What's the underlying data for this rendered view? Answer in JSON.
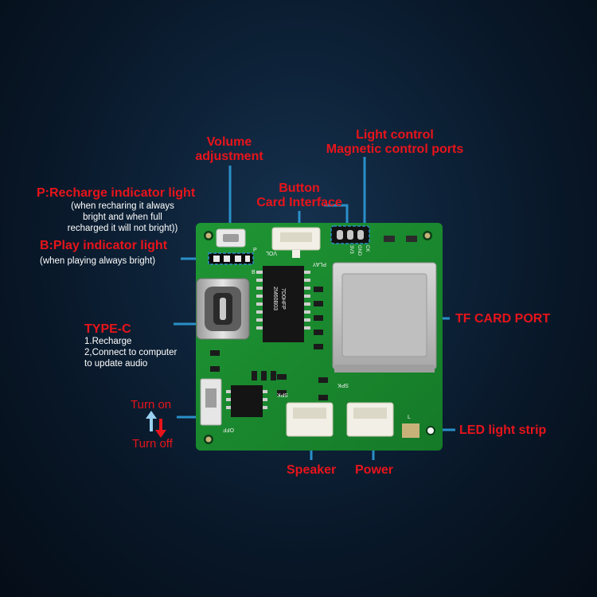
{
  "labels": {
    "volume": [
      "Volume",
      "adjustment"
    ],
    "light_control": [
      "Light control",
      "Magnetic control ports"
    ],
    "button": [
      "Button",
      "Card Interface"
    ],
    "recharge_title": "P:Recharge indicator light",
    "recharge_desc": [
      "(when recharing it always",
      "bright and when full",
      "recharged it will not bright))"
    ],
    "play_title": "B:Play indicator light",
    "play_desc": "(when playing always bright)",
    "typec_title": "TYPE-C",
    "typec_desc": [
      "1.Recharge",
      "2,Connect to computer",
      "to update audio"
    ],
    "turn_on": "Turn on",
    "turn_off": "Turn off",
    "tf_card": "TF CARD PORT",
    "led_strip": "LED light strip",
    "speaker": "Speaker",
    "power": "Power"
  },
  "silkscreen": {
    "vol": "VOL",
    "play": "PLAY",
    "pins": [
      "3V3",
      "GND",
      "CK"
    ],
    "chip_top": "7D0HFP",
    "chip_bottom": "2M60B03",
    "spk": "SPK",
    "spk2": "SPK",
    "off": "OFF",
    "p": "P",
    "b": "B",
    "led": "L"
  },
  "colors": {
    "label_red": "#e8141b",
    "leader_blue": "#2a8fc8",
    "pcb_green": "#1c8a2e"
  }
}
